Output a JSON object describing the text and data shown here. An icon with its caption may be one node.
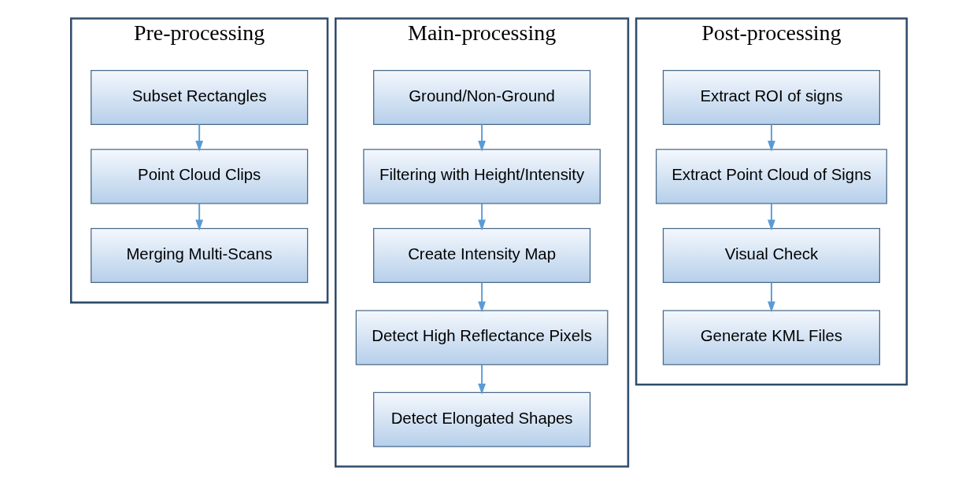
{
  "diagram": {
    "nodes": [
      {
        "text": [
          "Pre-processing"
        ]
      },
      {
        "text": [
          "Subset Rectangles"
        ],
        "in": 0
      },
      {
        "text": [
          "Point Cloud Clips"
        ],
        "in": 0
      },
      {
        "text": [
          "Merging Multi-Scans"
        ],
        "in": 0
      },
      {
        "text": [
          "Main-processing"
        ]
      },
      {
        "text": [
          "Ground/Non-Ground"
        ],
        "in": 4
      },
      {
        "text": [
          "Filtering with Height/Intensity"
        ],
        "in": 4
      },
      {
        "text": [
          "Create Intensity Map"
        ],
        "in": 4
      },
      {
        "text": [
          "Detect High Reflectance Pixels"
        ],
        "in": 4
      },
      {
        "text": [
          "Detect Elongated Shapes"
        ],
        "in": 4
      },
      {
        "text": [
          "Post-processing"
        ]
      },
      {
        "text": [
          "Extract ROI of signs"
        ],
        "in": 10
      },
      {
        "text": [
          "Extract Point Cloud of Signs"
        ],
        "in": 10
      },
      {
        "text": [
          "Visual Check"
        ],
        "in": 10
      },
      {
        "text": [
          "Generate KML Files"
        ],
        "in": 10
      }
    ],
    "edges": [
      {
        "from": 1,
        "to": 2,
        "arrow": "to"
      },
      {
        "from": 2,
        "to": 3,
        "arrow": "to"
      },
      {
        "from": 5,
        "to": 6,
        "arrow": "to"
      },
      {
        "from": 6,
        "to": 7,
        "arrow": "to"
      },
      {
        "from": 7,
        "to": 8,
        "arrow": "to"
      },
      {
        "from": 8,
        "to": 9,
        "arrow": "to"
      },
      {
        "from": 11,
        "to": 12,
        "arrow": "to"
      },
      {
        "from": 12,
        "to": 13,
        "arrow": "to"
      },
      {
        "from": 13,
        "to": 14,
        "arrow": "to"
      }
    ]
  }
}
